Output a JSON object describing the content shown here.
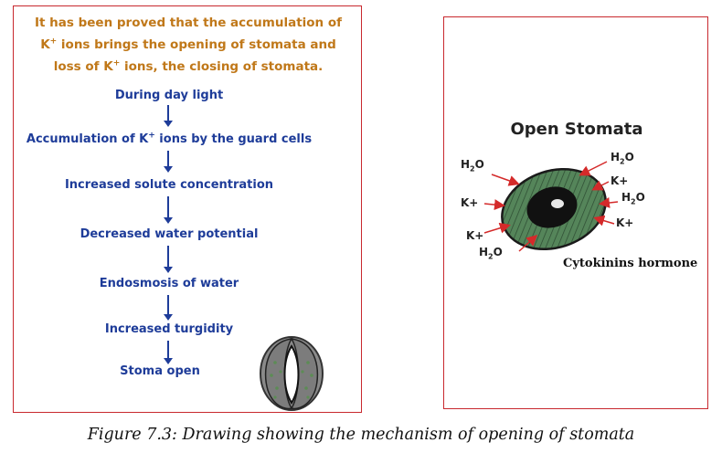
{
  "left_panel": {
    "intro": {
      "line1": "It has been proved that the accumulation of",
      "line2_pre": "K",
      "line2_sup": "+",
      "line2_post": " ions brings the opening of stomata and",
      "line3_pre": "loss of K",
      "line3_sup": "+",
      "line3_post": " ions, the closing of stomata."
    },
    "steps": {
      "s1": "During day light",
      "s2_pre": "Accumulation of K",
      "s2_sup": "+",
      "s2_post": " ions by the guard cells",
      "s3": "Increased solute concentration",
      "s4": "Decreased water potential",
      "s5": "Endosmosis of water",
      "s6": "Increased turgidity",
      "s7": "Stoma open"
    }
  },
  "right_panel": {
    "title": "Open Stomata",
    "labels": {
      "h2o": "H",
      "h2o_sub": "2",
      "h2o_tail": "O",
      "k": "K+"
    },
    "hormone": "Cytokinins hormone"
  },
  "caption": "Figure 7.3: Drawing showing the mechanism of opening of stomata",
  "colors": {
    "border": "#c8282e",
    "intro_text": "#c07819",
    "steps_text": "#1e3c99",
    "arrows": "#d42a2a",
    "guard_cell": "#4f7a4a"
  }
}
